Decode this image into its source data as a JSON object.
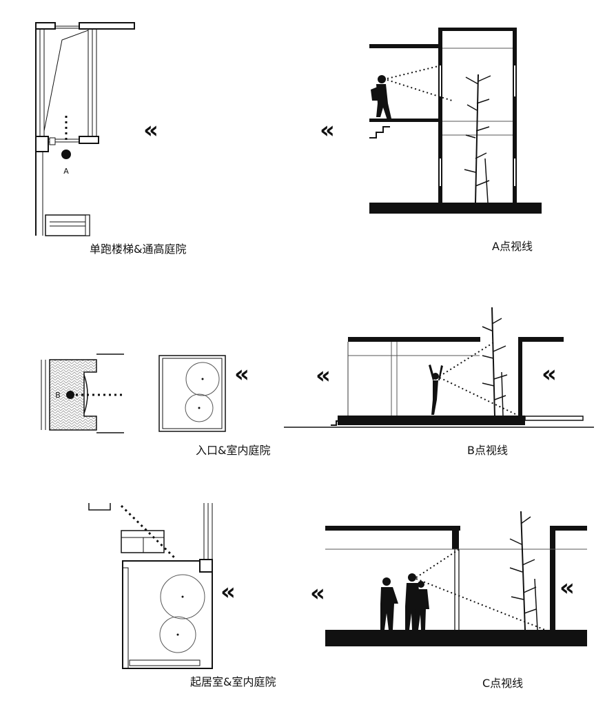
{
  "panels": {
    "a_plan": {
      "caption": "单跑楼梯&通高庭院",
      "point": "A"
    },
    "a_section": {
      "caption": "A点视线"
    },
    "b_plan": {
      "caption": "入口&室内庭院",
      "point": "B"
    },
    "b_section": {
      "caption": "B点视线"
    },
    "c_plan": {
      "caption": "起居室&室内庭院"
    },
    "c_section": {
      "caption": "C点视线"
    }
  },
  "arrow_glyph": "«",
  "colors": {
    "ink": "#111111",
    "hatch": "#bdbdbd",
    "background": "#ffffff"
  }
}
